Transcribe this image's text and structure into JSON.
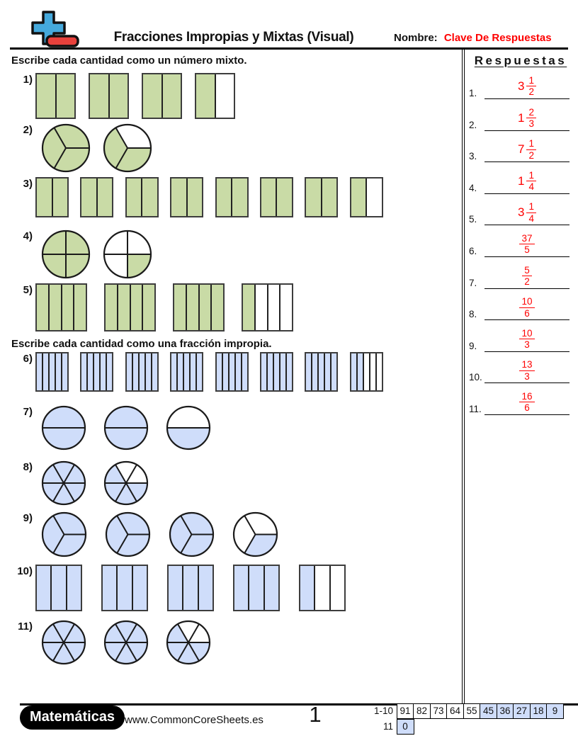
{
  "header": {
    "title": "Fracciones Impropias y Mixtas (Visual)",
    "name_label": "Nombre:",
    "name_value": "Clave De Respuestas"
  },
  "section1": {
    "instruction": "Escribe cada cantidad como un número mixto."
  },
  "section2": {
    "instruction": "Escribe cada cantidad como una fracción impropia."
  },
  "colors": {
    "green_fill": "#c9dba6",
    "blue_fill": "#cfddfa",
    "answer_red": "#fe0000",
    "logo_blue": "#45a9dc",
    "logo_red": "#e8413c",
    "score_highlight": "#cfddfa"
  },
  "problems": [
    {
      "label": "1)",
      "shape": "rect",
      "parts": 2,
      "figures": [
        2,
        2,
        2,
        1
      ],
      "color": "green"
    },
    {
      "label": "2)",
      "shape": "circle",
      "parts": 3,
      "figures": [
        3,
        2
      ],
      "color": "green"
    },
    {
      "label": "3)",
      "shape": "rect",
      "parts": 2,
      "figures": [
        2,
        2,
        2,
        2,
        2,
        2,
        2,
        1
      ],
      "color": "green"
    },
    {
      "label": "4)",
      "shape": "circle",
      "parts": 4,
      "figures": [
        4,
        1
      ],
      "color": "green"
    },
    {
      "label": "5)",
      "shape": "rect",
      "parts": 4,
      "figures": [
        4,
        4,
        4,
        1
      ],
      "color": "green"
    },
    {
      "label": "6)",
      "shape": "rect",
      "parts": 5,
      "figures": [
        5,
        5,
        5,
        5,
        5,
        5,
        5,
        2
      ],
      "color": "blue"
    },
    {
      "label": "7)",
      "shape": "circle",
      "parts": 2,
      "figures": [
        2,
        2,
        1
      ],
      "color": "blue"
    },
    {
      "label": "8)",
      "shape": "circle",
      "parts": 6,
      "figures": [
        6,
        4
      ],
      "color": "blue"
    },
    {
      "label": "9)",
      "shape": "circle",
      "parts": 3,
      "figures": [
        3,
        3,
        3,
        1
      ],
      "color": "blue"
    },
    {
      "label": "10)",
      "shape": "rect",
      "parts": 3,
      "figures": [
        3,
        3,
        3,
        3,
        1
      ],
      "color": "blue"
    },
    {
      "label": "11)",
      "shape": "circle",
      "parts": 6,
      "figures": [
        6,
        6,
        4
      ],
      "color": "blue"
    }
  ],
  "answers": {
    "heading": "Respuestas",
    "items": [
      {
        "label": "1.",
        "whole": "3",
        "numerator": "1",
        "denominator": "2"
      },
      {
        "label": "2.",
        "whole": "1",
        "numerator": "2",
        "denominator": "3"
      },
      {
        "label": "3.",
        "whole": "7",
        "numerator": "1",
        "denominator": "2"
      },
      {
        "label": "4.",
        "whole": "1",
        "numerator": "1",
        "denominator": "4"
      },
      {
        "label": "5.",
        "whole": "3",
        "numerator": "1",
        "denominator": "4"
      },
      {
        "label": "6.",
        "whole": "",
        "numerator": "37",
        "denominator": "5"
      },
      {
        "label": "7.",
        "whole": "",
        "numerator": "5",
        "denominator": "2"
      },
      {
        "label": "8.",
        "whole": "",
        "numerator": "10",
        "denominator": "6"
      },
      {
        "label": "9.",
        "whole": "",
        "numerator": "10",
        "denominator": "3"
      },
      {
        "label": "10.",
        "whole": "",
        "numerator": "13",
        "denominator": "3"
      },
      {
        "label": "11.",
        "whole": "",
        "numerator": "16",
        "denominator": "6"
      }
    ]
  },
  "footer": {
    "brand": "Matemáticas",
    "website": "www.CommonCoreSheets.es",
    "page_number": "1",
    "score_table": {
      "rows": [
        {
          "label": "1-10",
          "cells": [
            {
              "value": "91",
              "highlighted": false
            },
            {
              "value": "82",
              "highlighted": false
            },
            {
              "value": "73",
              "highlighted": false
            },
            {
              "value": "64",
              "highlighted": false
            },
            {
              "value": "55",
              "highlighted": false
            },
            {
              "value": "45",
              "highlighted": true
            },
            {
              "value": "36",
              "highlighted": true
            },
            {
              "value": "27",
              "highlighted": true
            },
            {
              "value": "18",
              "highlighted": true
            },
            {
              "value": "9",
              "highlighted": true
            }
          ]
        },
        {
          "label": "11",
          "cells": [
            {
              "value": "0",
              "highlighted": true
            }
          ]
        }
      ]
    }
  }
}
